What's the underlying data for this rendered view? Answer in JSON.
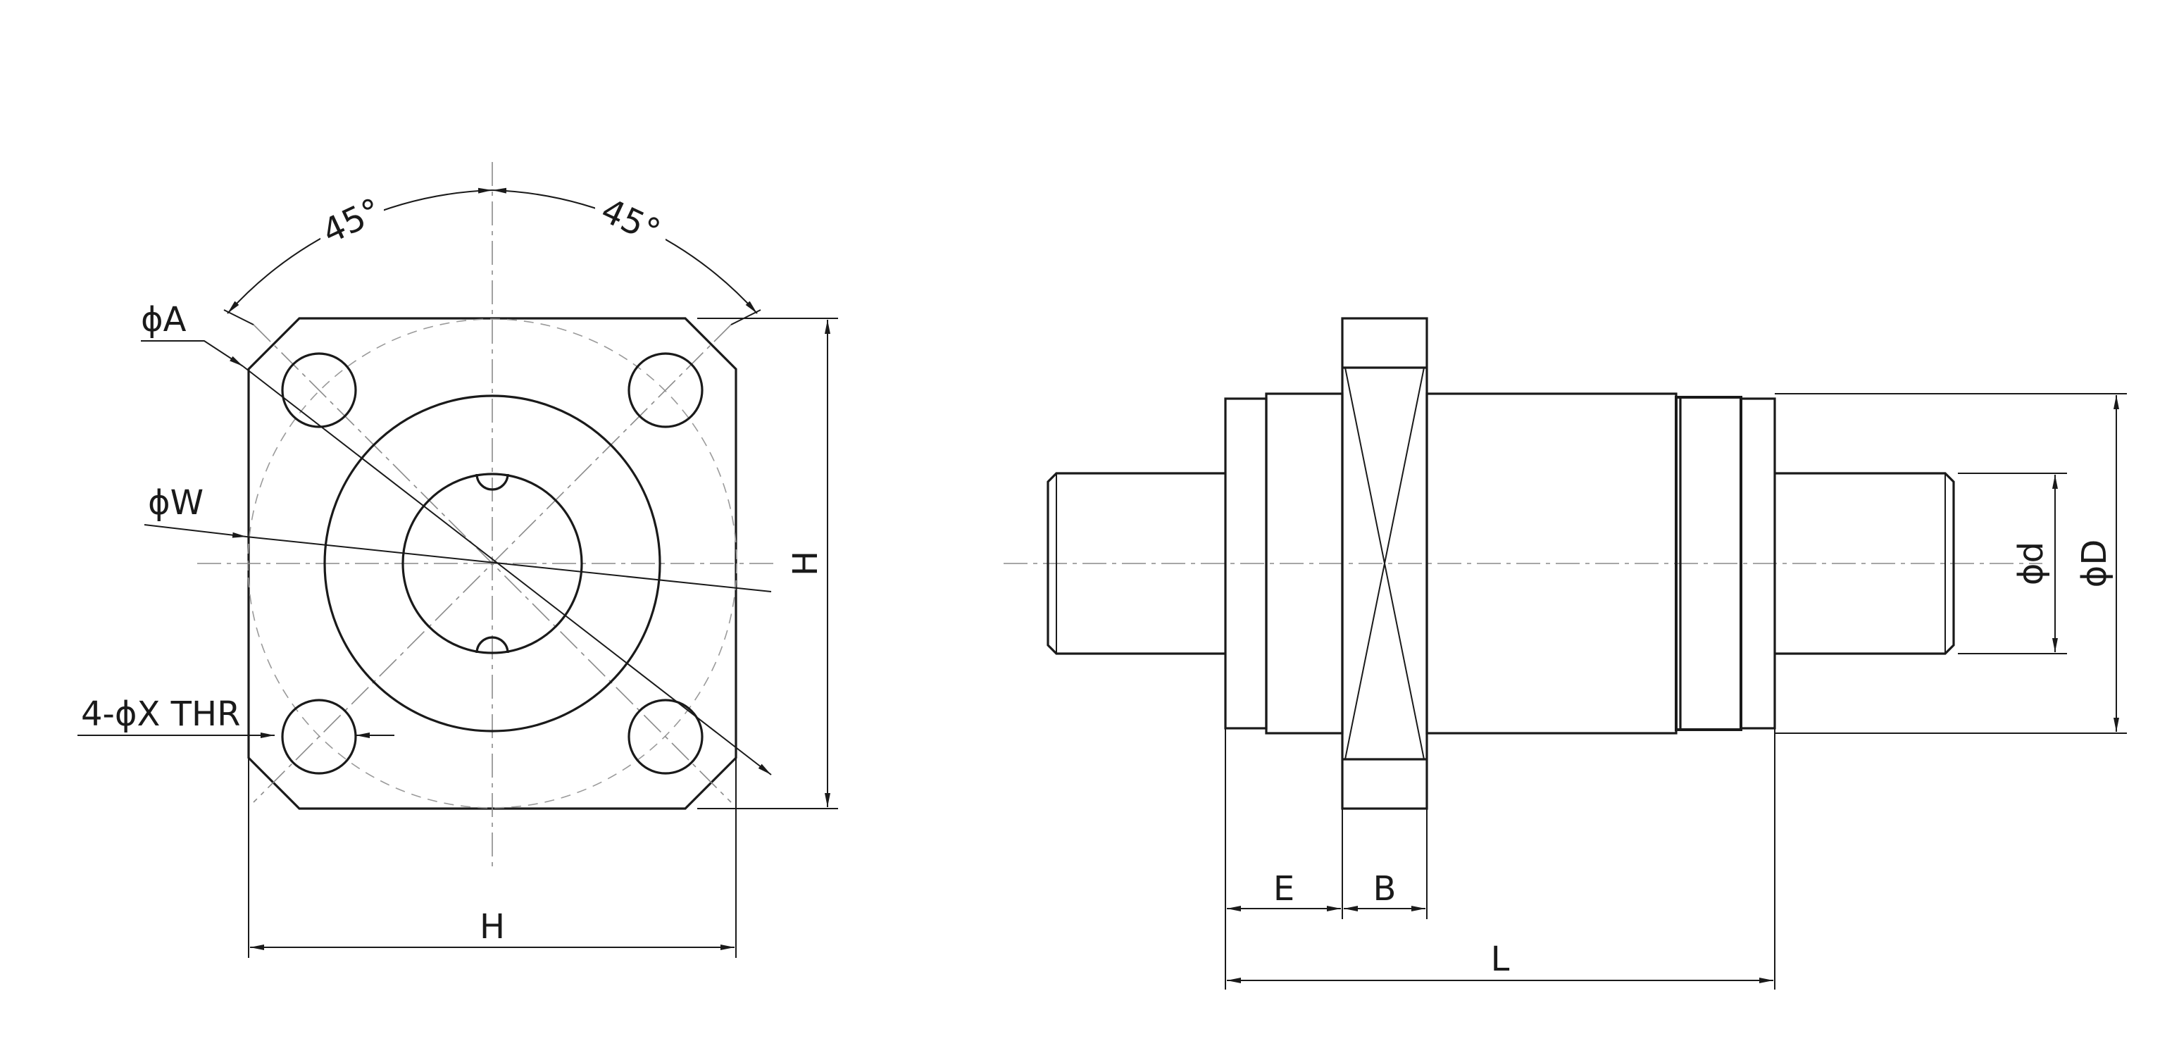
{
  "labels": {
    "phi_a": "ϕA",
    "phi_w": "ϕW",
    "holes": "4-ϕX THR",
    "angle_left": "45°",
    "angle_right": "45°",
    "height": "H",
    "width": "H",
    "length_e": "E",
    "length_b": "B",
    "length_l": "L",
    "phi_d_small": "ϕd",
    "phi_d_large": "ϕD"
  }
}
